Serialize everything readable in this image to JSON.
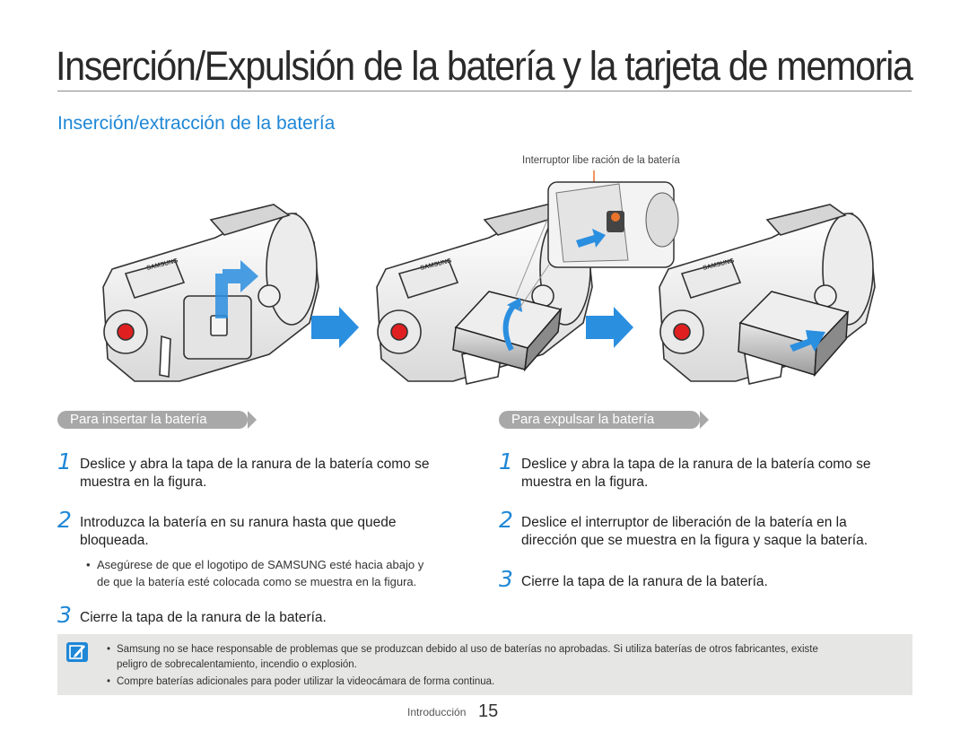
{
  "header": {
    "title": "Inserción/Expulsión de la batería y la tarjeta de memoria",
    "section_heading": "Inserción/extracción de la batería"
  },
  "figure": {
    "caption": "Interruptor libe ración de la batería",
    "brand_on_device": "SAMSUNG",
    "colors": {
      "arrow": "#2b8fe0",
      "callout": "#e8732a",
      "body": "#f7f7f7",
      "outline": "#333333"
    }
  },
  "insert": {
    "heading": "Para insertar la batería",
    "steps": [
      {
        "num": "1",
        "text_line1": "Deslice y abra la tapa de la ranura de la batería como se",
        "text_line2": "muestra en la figura."
      },
      {
        "num": "2",
        "text_line1": "Introduzca la batería en su ranura hasta que quede",
        "text_line2": "bloqueada."
      },
      {
        "num": "3",
        "text_line1": "Cierre la tapa de la ranura de la batería."
      }
    ],
    "bullet_line1": "Asegúrese de que el logotipo de SAMSUNG esté hacia abajo y",
    "bullet_line2": "de que la batería esté colocada como se muestra en la figura."
  },
  "eject": {
    "heading": "Para expulsar la batería",
    "steps": [
      {
        "num": "1",
        "text_line1": "Deslice y abra la tapa de la ranura de la batería como se",
        "text_line2": "muestra en la figura."
      },
      {
        "num": "2",
        "text_line1": "Deslice el interruptor de liberación de la batería en la",
        "text_line2": "dirección que se muestra en la figura y saque la batería."
      },
      {
        "num": "3",
        "text_line1": "Cierre la tapa de la ranura de la batería."
      }
    ]
  },
  "note": {
    "icon": "memo-pencil-icon",
    "item1_line1": "Samsung no se hace responsable de problemas que se produzcan debido al uso de baterías no aprobadas. Si utiliza baterías de otros fabricantes, existe",
    "item1_line2": "peligro de sobrecalentamiento, incendio o explosión.",
    "item2": "Compre baterías adicionales para poder utilizar la videocámara de forma continua."
  },
  "footer": {
    "section": "Introducción",
    "page": "15"
  }
}
